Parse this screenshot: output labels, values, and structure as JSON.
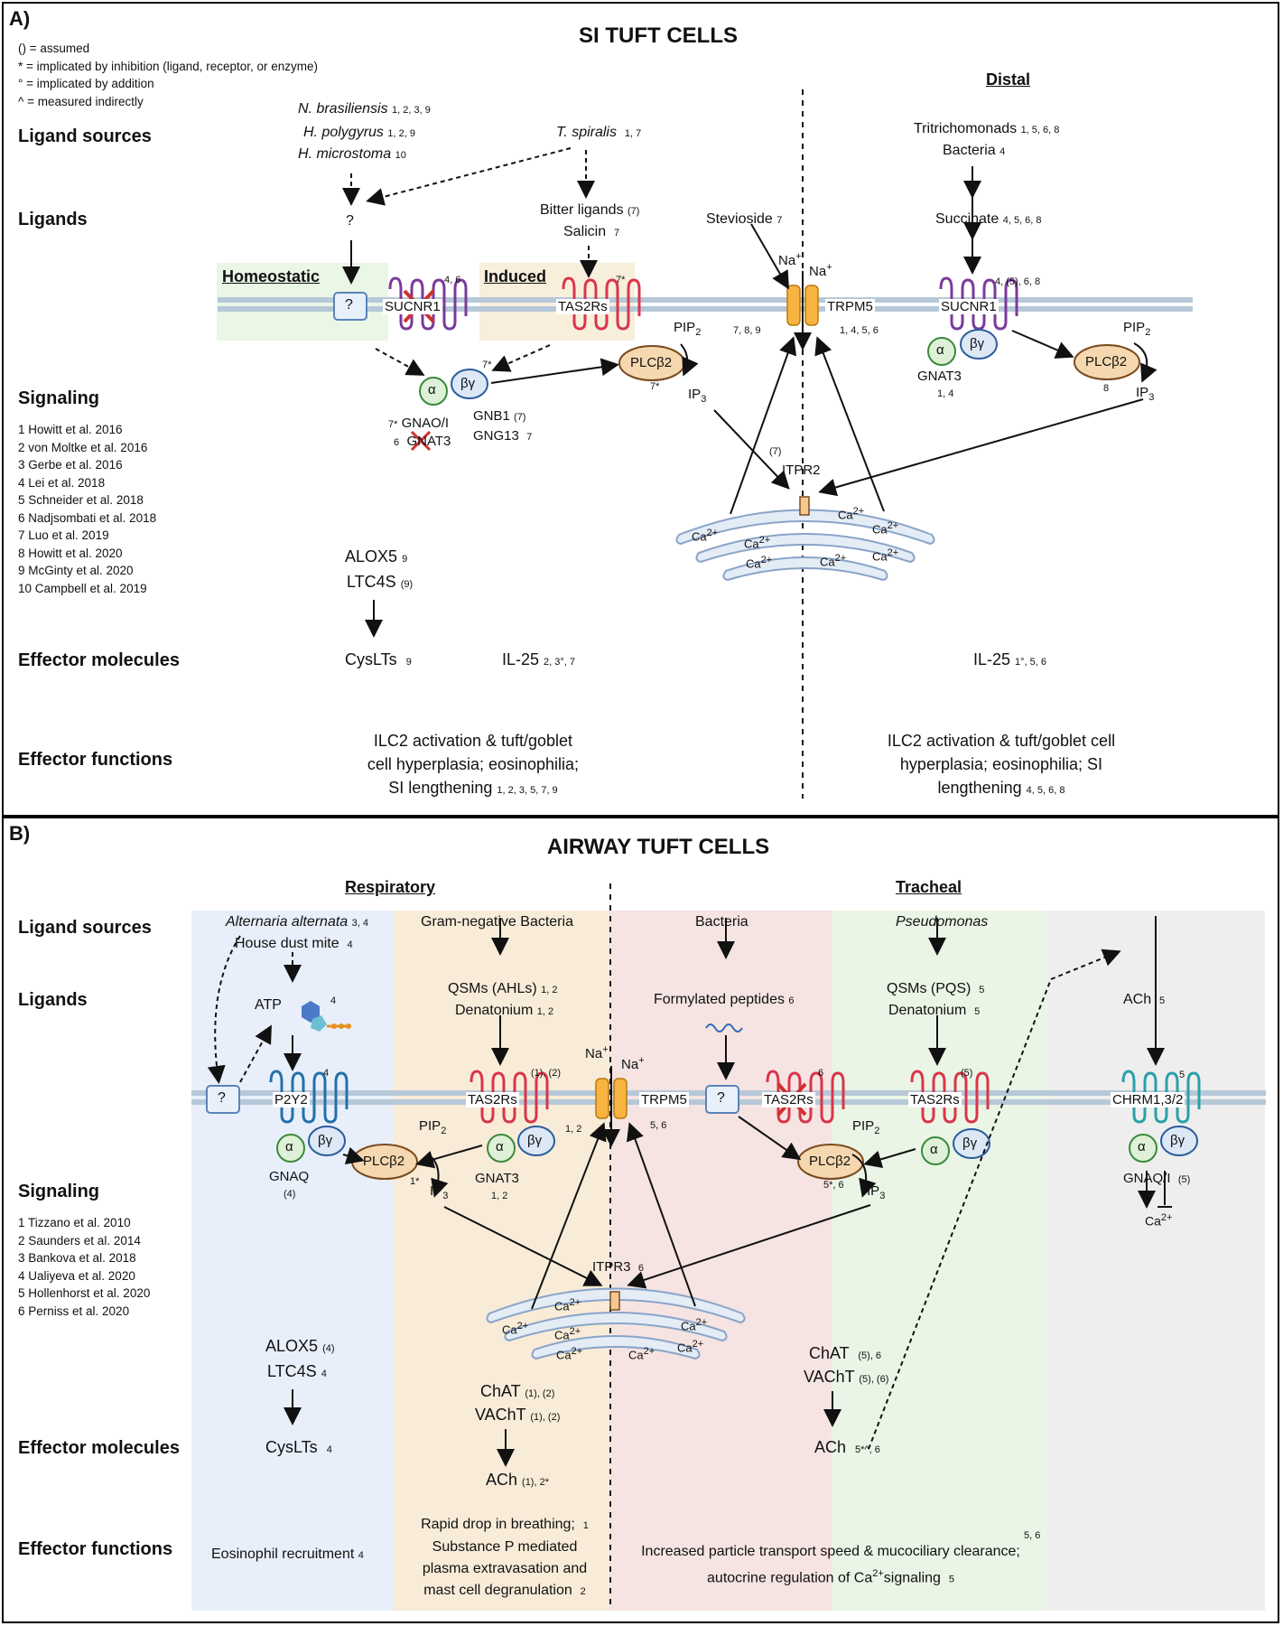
{
  "panelA": {
    "letter": "A)",
    "title": "SI TUFT CELLS",
    "legend": [
      "() = assumed",
      "* = implicated by inhibition (ligand, receptor, or enzyme)",
      "° = implicated by addition",
      "^ = measured indirectly"
    ],
    "row_labels": [
      "Ligand sources",
      "Ligands",
      "Signaling",
      "Effector molecules",
      "Effector functions"
    ],
    "distal_heading": "Distal",
    "homeostatic_heading": "Homeostatic",
    "induced_heading": "Induced",
    "sources": [
      {
        "name": "N. brasiliensis",
        "refs": "1, 2, 3, 9"
      },
      {
        "name": "H. polygyrus",
        "refs": "1, 2, 9"
      },
      {
        "name": "H. microstoma",
        "refs": "10"
      },
      {
        "name": "T. spiralis",
        "refs": "1, 7"
      },
      {
        "name": "Tritrichomonads",
        "refs": "1, 5, 6, 8"
      },
      {
        "name": "Bacteria",
        "refs": "4"
      }
    ],
    "ligands": {
      "unknown": "?",
      "bitter": "Bitter ligands",
      "bitter_refs": "(7)",
      "salicin": "Salicin",
      "salicin_refs": "7",
      "stevioside": "Stevioside",
      "stevioside_refs": "7",
      "succinate": "Succinate",
      "succinate_refs": "4, 5, 6, 8"
    },
    "receptors": {
      "unknown_box": "?",
      "sucnr1_left": "SUCNR1",
      "sucnr1_left_refs": "4, 6",
      "tas2rs": "TAS2Rs",
      "tas2rs_refs": "7*",
      "trpm5": "TRPM5",
      "trpm5_left_refs": "7, 8, 9",
      "trpm5_right_refs": "1, 4, 5, 6",
      "sucnr1_right": "SUCNR1",
      "sucnr1_right_refs": "4, (5), 6, 8",
      "na": "Na",
      "na_sup": "+"
    },
    "signaling": {
      "alpha": "α",
      "beta_gamma": "βγ",
      "gprot_refs": "7*",
      "gnao": "GNAO/I",
      "gnao_refs": "7*",
      "gnat3": "GNAT3",
      "gnat3_refs": "6",
      "gnb1": "GNB1",
      "gnb1_refs": "(7)",
      "gng13": "GNG13",
      "gng13_refs": "7",
      "plcb2": "PLCβ2",
      "plcb2_left_refs": "7*",
      "plcb2_right_refs": "8",
      "pip": "PIP",
      "pip_sub": "2",
      "ip": "IP",
      "ip_sub": "3",
      "gnat3_right": "GNAT3",
      "gnat3_right_refs": "1, 4",
      "itpr2": "ITPR2",
      "itpr2_refs": "(7)",
      "ca": "Ca",
      "ca_sup": "2+"
    },
    "references": [
      "1 Howitt et al. 2016",
      "2 von Moltke et al. 2016",
      "3 Gerbe et al. 2016",
      "4 Lei et al. 2018",
      "5 Schneider et al. 2018",
      "6 Nadjsombati et al. 2018",
      "7 Luo et al. 2019",
      "8 Howitt et al. 2020",
      "9 McGinty et al. 2020",
      "10 Campbell et al. 2019"
    ],
    "enzymes": {
      "alox5": "ALOX5",
      "alox5_refs": "9",
      "ltc4s": "LTC4S",
      "ltc4s_refs": "(9)"
    },
    "effectors": {
      "cyslts": "CysLTs",
      "cyslts_refs": "9",
      "il25_left": "IL-25",
      "il25_left_refs": "2, 3°, 7",
      "il25_right": "IL-25",
      "il25_right_refs": "1°, 5, 6"
    },
    "functions": {
      "left_lines": [
        "ILC2 activation & tuft/goblet",
        "cell hyperplasia; eosinophilia;",
        "SI lengthening"
      ],
      "left_refs": "1, 2, 3, 5, 7, 9",
      "right_lines": [
        "ILC2 activation & tuft/goblet cell",
        "hyperplasia; eosinophilia; SI",
        "lengthening"
      ],
      "right_refs": "4, 5, 6, 8"
    }
  },
  "panelB": {
    "letter": "B)",
    "title": "AIRWAY TUFT CELLS",
    "row_labels": [
      "Ligand sources",
      "Ligands",
      "Signaling",
      "Effector molecules",
      "Effector functions"
    ],
    "respiratory_heading": "Respiratory",
    "tracheal_heading": "Tracheal",
    "sources": [
      {
        "name": "Alternaria alternata",
        "refs": "3, 4"
      },
      {
        "name": "House dust mite",
        "refs": "4"
      },
      {
        "name": "Gram-negative Bacteria",
        "refs": ""
      },
      {
        "name": "Bacteria",
        "refs": ""
      },
      {
        "name": "Pseudomonas",
        "refs": ""
      }
    ],
    "ligands": {
      "atp": "ATP",
      "atp_refs": "4",
      "qsm_ahl": "QSMs (AHLs)",
      "qsm_ahl_refs": "1, 2",
      "denat1": "Denatonium",
      "denat1_refs": "1, 2",
      "formyl": "Formylated peptides",
      "formyl_refs": "6",
      "qsm_pqs": "QSMs (PQS)",
      "qsm_pqs_refs": "5",
      "denat2": "Denatonium",
      "denat2_refs": "5",
      "ach": "ACh",
      "ach_refs": "5"
    },
    "receptors": {
      "unknown_box": "?",
      "p2y2": "P2Y2",
      "p2y2_refs": "4",
      "tas2rs1": "TAS2Rs",
      "tas2rs1_refs": "(1), (2)",
      "trpm5": "TRPM5",
      "trpm5_left_refs": "1, 2",
      "trpm5_right_refs": "5, 6",
      "unknown_box2": "?",
      "tas2rs_x": "TAS2Rs",
      "tas2rs_x_refs": "6",
      "tas2rs2": "TAS2Rs",
      "tas2rs2_refs": "(5)",
      "chrm": "CHRM1,3/2",
      "chrm_refs": "5",
      "na": "Na",
      "na_sup": "+"
    },
    "signaling": {
      "alpha": "α",
      "beta_gamma": "βγ",
      "gnaq": "GNAQ",
      "gnaq_refs": "(4)",
      "plcb2": "PLCβ2",
      "plcb2_left_refs": "1*",
      "plcb2_right_refs": "5*, 6",
      "gnat3": "GNAT3",
      "gnat3_refs": "1, 2",
      "gnaqi": "GNAQ/I",
      "gnaqi_refs": "(5)",
      "pip": "PIP",
      "pip_sub": "2",
      "ip": "IP",
      "ip_sub": "3",
      "itpr3": "ITPR3",
      "itpr3_refs": "6",
      "ca": "Ca",
      "ca_sup": "2+"
    },
    "references": [
      "1 Tizzano et al. 2010",
      "2 Saunders et al. 2014",
      "3 Bankova et al. 2018",
      "4 Ualiyeva et al. 2020",
      "5 Hollenhorst et al. 2020",
      "6 Perniss et al. 2020"
    ],
    "enzymes": {
      "alox5": "ALOX5",
      "alox5_refs": "(4)",
      "ltc4s": "LTC4S",
      "ltc4s_refs": "4",
      "chat1": "ChAT",
      "chat1_refs": "(1), (2)",
      "vacht1": "VAChT",
      "vacht1_refs": "(1), (2)",
      "chat2": "ChAT",
      "chat2_refs": "(5), 6",
      "vacht2": "VAChT",
      "vacht2_refs": "(5), (6)"
    },
    "effectors": {
      "cyslts": "CysLTs",
      "cyslts_refs": "4",
      "ach1": "ACh",
      "ach1_refs": "(1), 2*",
      "ach2": "ACh",
      "ach2_refs": "5*^, 6"
    },
    "functions": {
      "eos": "Eosinophil recruitment",
      "eos_refs": "4",
      "mid_lines": [
        "Rapid drop in breathing;",
        "Substance P mediated",
        "plasma extravasation and",
        "mast cell degranulation"
      ],
      "mid_refs1": "1",
      "mid_refs2": "2",
      "right_lines": [
        "Increased particle transport speed & mucociliary clearance;",
        "autocrine regulation of Ca"
      ],
      "right_tail": "signaling",
      "right_refs1": "5, 6",
      "right_refs2": "5"
    }
  },
  "colors": {
    "membrane": "#b6c8d8",
    "membrane_dark": "#8aa4bc",
    "gpcr_purple": "#7a3a9a",
    "gpcr_red": "#d8364a",
    "gpcr_blue": "#2470a8",
    "gpcr_teal": "#2aa0a8",
    "alpha_fill": "#dff0d8",
    "alpha_stroke": "#3a8a3a",
    "bg_fill": "#dce8f6",
    "bg_stroke": "#2c5c9c",
    "plc_fill": "#f6d8b0",
    "plc_stroke": "#7a4a20",
    "channel": "#f8b440",
    "er_fill": "#e4ecf6",
    "er_stroke": "#8aa4c8",
    "home_bg": "#eaf6e6",
    "induced_bg": "#f8eedc",
    "blue_bg": "#e8effa",
    "tan_bg": "#f8ecd8",
    "pink_bg": "#f5e4e2",
    "green_bg": "#eaf5e6",
    "gray_bg": "#eeeeee"
  }
}
